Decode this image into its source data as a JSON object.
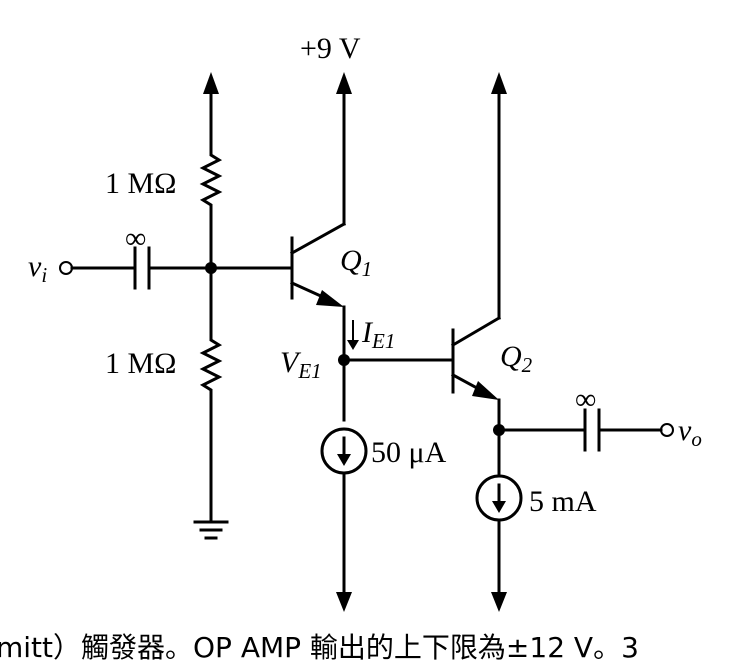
{
  "supply_label": "+9 V",
  "r_top_label": "1 MΩ",
  "r_bottom_label": "1 MΩ",
  "cap_in_label": "∞",
  "cap_out_label": "∞",
  "vin": {
    "main": "v",
    "sub": "i"
  },
  "vout": {
    "main": "v",
    "sub": "o"
  },
  "q1": {
    "main": "Q",
    "sub": "1"
  },
  "q2": {
    "main": "Q",
    "sub": "2"
  },
  "ie1": {
    "main": "I",
    "sub": "E1"
  },
  "ve1": {
    "main": "V",
    "sub": "E1"
  },
  "src1_label": "50 μA",
  "src2_label": "5 mA",
  "bottom_text": "mitt）觸發器。OP AMP 輸出的上下限為±12 V。3"
}
